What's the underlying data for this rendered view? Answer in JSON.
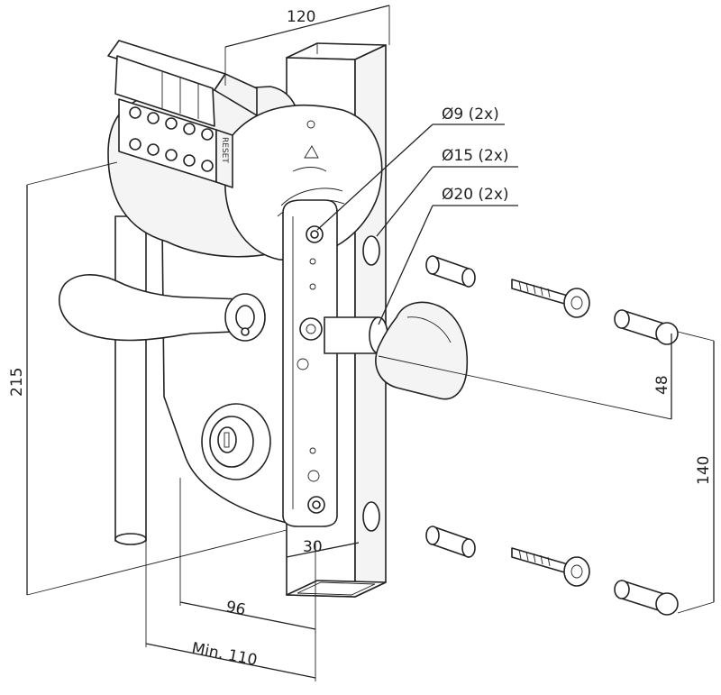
{
  "dimensions": {
    "top_width": "120",
    "hole_small": "Ø9 (2x)",
    "hole_medium": "Ø15 (2x)",
    "hole_large": "Ø20 (2x)",
    "height_total": "215",
    "spacing_small": "48",
    "spacing_large": "140",
    "post_width": "30",
    "bottom_width": "96",
    "min_width": "Min. 110"
  },
  "keypad": {
    "reset_label": "RESET"
  }
}
